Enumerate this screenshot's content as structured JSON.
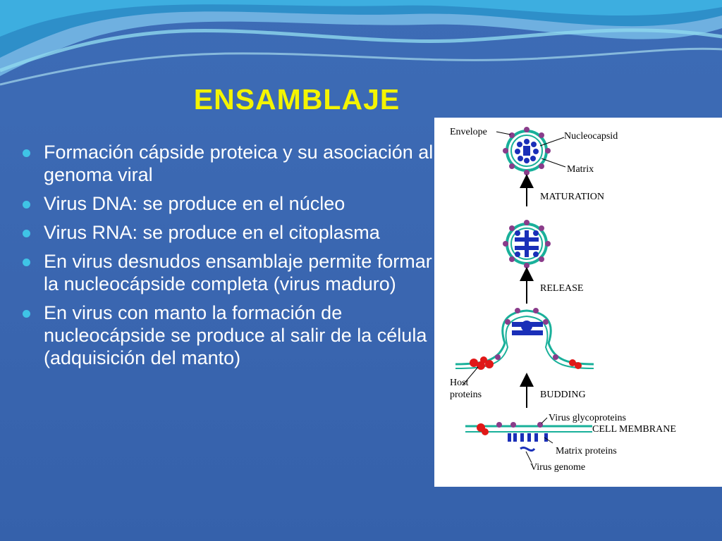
{
  "slide": {
    "title": "ENSAMBLAJE",
    "bullets": [
      "Formación cápside proteica y su asociación al genoma viral",
      "Virus DNA: se produce en el núcleo",
      "Virus RNA: se produce en el citoplasma",
      "En virus desnudos ensamblaje permite formar la nucleocápside completa (virus maduro)",
      "En virus con manto la formación de nucleocápside se produce al salir de la célula (adquisición del manto)"
    ],
    "colors": {
      "background": "#3c6ab4",
      "title": "#f4f400",
      "bullet_dot": "#3fc4e6",
      "text": "#ffffff"
    }
  },
  "diagram": {
    "labels": {
      "envelope": "Envelope",
      "nucleocapsid": "Nucleocapsid",
      "matrix": "Matrix",
      "maturation": "MATURATION",
      "release": "RELEASE",
      "host_proteins_line1": "Host",
      "host_proteins_line2": "proteins",
      "budding": "BUDDING",
      "virus_glycoproteins": "Virus glycoproteins",
      "cell_membrane": "CELL MEMBRANE",
      "matrix_proteins": "Matrix proteins",
      "virus_genome": "Virus genome"
    },
    "colors": {
      "membrane": "#19b09a",
      "capsid": "#1a2fb8",
      "spike": "#8a3c8a",
      "host_protein": "#e01818"
    }
  }
}
